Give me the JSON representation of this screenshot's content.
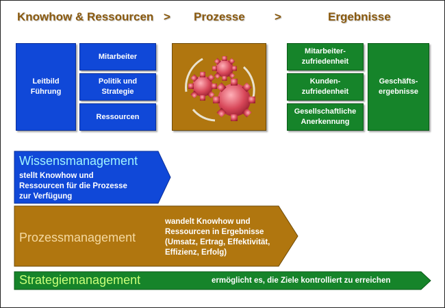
{
  "headers": {
    "knowhow": "Knowhow & Ressourcen",
    "sep1": ">",
    "prozesse": "Prozesse",
    "sep2": ">",
    "ergebnisse": "Ergebnisse"
  },
  "knowhow_boxes": {
    "leitbild": "Leitbild\nFührung",
    "mitarbeiter": "Mitarbeiter",
    "politik": "Politik und\nStrategie",
    "ressourcen": "Ressourcen"
  },
  "ergebnis_boxes": {
    "mitarbeiterzufriedenheit": "Mitarbeiter-\nzufriedenheit",
    "kundenzufriedenheit": "Kunden-\nzufriedenheit",
    "gesellschaftlich": "Gesellschaftliche\nAnerkennung",
    "geschaeft": "Geschäfts-\nergebnisse"
  },
  "arrows": {
    "wissen": {
      "title": "Wissensmanagement",
      "text": "stellt Knowhow und\nRessourcen für die Prozesse\nzur Verfügung"
    },
    "prozess": {
      "title": "Prozessmanagement",
      "text": "wandelt Knowhow und\nRessourcen in Ergebnisse\n(Umsatz, Ertrag, Effektivität,\nEffizienz, Erfolg)"
    },
    "strategie": {
      "title": "Strategiemanagement",
      "text": "ermöglicht es, die Ziele kontrolliert zu erreichen"
    }
  },
  "colors": {
    "blue": "#1048d8",
    "gold": "#b0760f",
    "green": "#16842a",
    "header": "#8a5a0f",
    "wissen_title": "#9ff4ff",
    "prozess_title": "#f5d9a0",
    "strategie_title": "#c9ff7a",
    "gear": "#d8485a"
  },
  "icons": {
    "process_graphic": "gears-icon"
  }
}
